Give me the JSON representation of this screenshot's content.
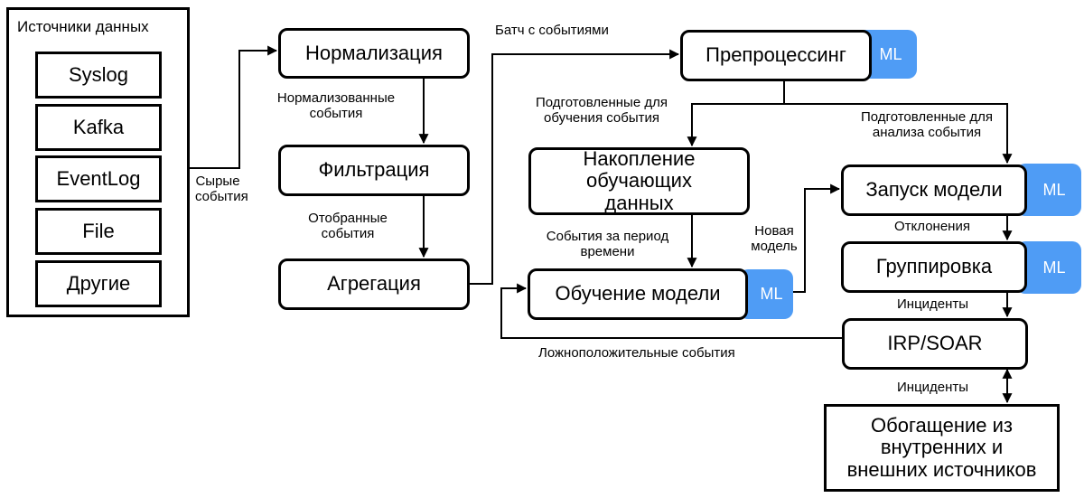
{
  "colors": {
    "ml_badge": "#4f9cf5",
    "line": "#000000"
  },
  "sources": {
    "title": "Источники данных",
    "items": [
      "Syslog",
      "Kafka",
      "EventLog",
      "File",
      "Другие"
    ]
  },
  "nodes": {
    "normalization": "Нормализация",
    "filtration": "Фильтрация",
    "aggregation": "Агрегация",
    "preprocessing": "Препроцессинг",
    "accumulation": "Накопление обучающих данных",
    "training": "Обучение модели",
    "model_run": "Запуск модели",
    "grouping": "Группировка",
    "irp_soar": "IRP/SOAR",
    "enrichment": "Обогащение из внутренних и внешних источников"
  },
  "badges": {
    "ml": "ML"
  },
  "labels": {
    "raw_events": "Сырые события",
    "normalized_events": "Нормализованные события",
    "selected_events": "Отобранные события",
    "batch_events": "Батч с событиями",
    "prepared_training": "Подготовленные для обучения события",
    "prepared_analysis": "Подготовленные для анализа события",
    "period_events": "События за период времени",
    "new_model": "Новая модель",
    "deviations": "Отклонения",
    "incidents_1": "Инциденты",
    "incidents_2": "Инциденты",
    "false_positives": "Ложноположительные события"
  }
}
